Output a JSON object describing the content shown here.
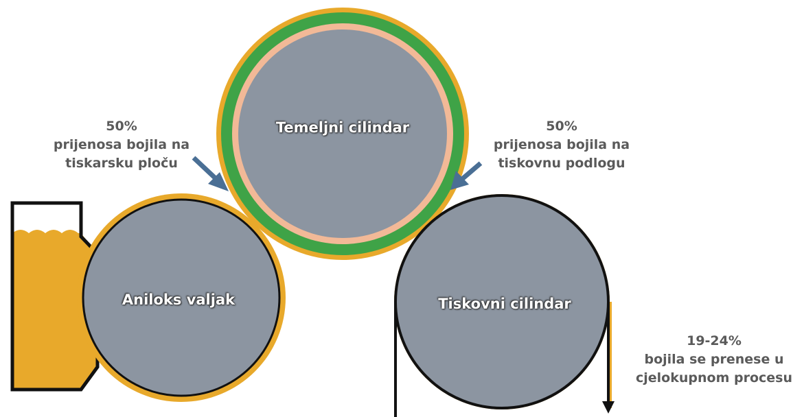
{
  "cylinders": {
    "temeljni": "Temeljni cilindar",
    "aniloks": "Aniloks valjak",
    "tiskovni": "Tiskovni cilindar"
  },
  "notes": {
    "left": {
      "percent": "50%",
      "line1": "prijenosa bojila na",
      "line2": "tiskarsku ploču"
    },
    "right": {
      "percent": "50%",
      "line1": "prijenosa bojila na",
      "line2": "tiskovnu podlogu"
    },
    "bottom": {
      "percent": "19-24%",
      "line1": "bojila se prenese u",
      "line2": "cjelokupnom procesu"
    }
  },
  "colors": {
    "cylinder_fill": "#8c95a1",
    "ink": "#e8a92b",
    "plate_green": "#3fa347",
    "plate_peach": "#f2b997",
    "outline": "#111111",
    "arrow": "#4a6f95",
    "text": "#5a5a5a"
  }
}
